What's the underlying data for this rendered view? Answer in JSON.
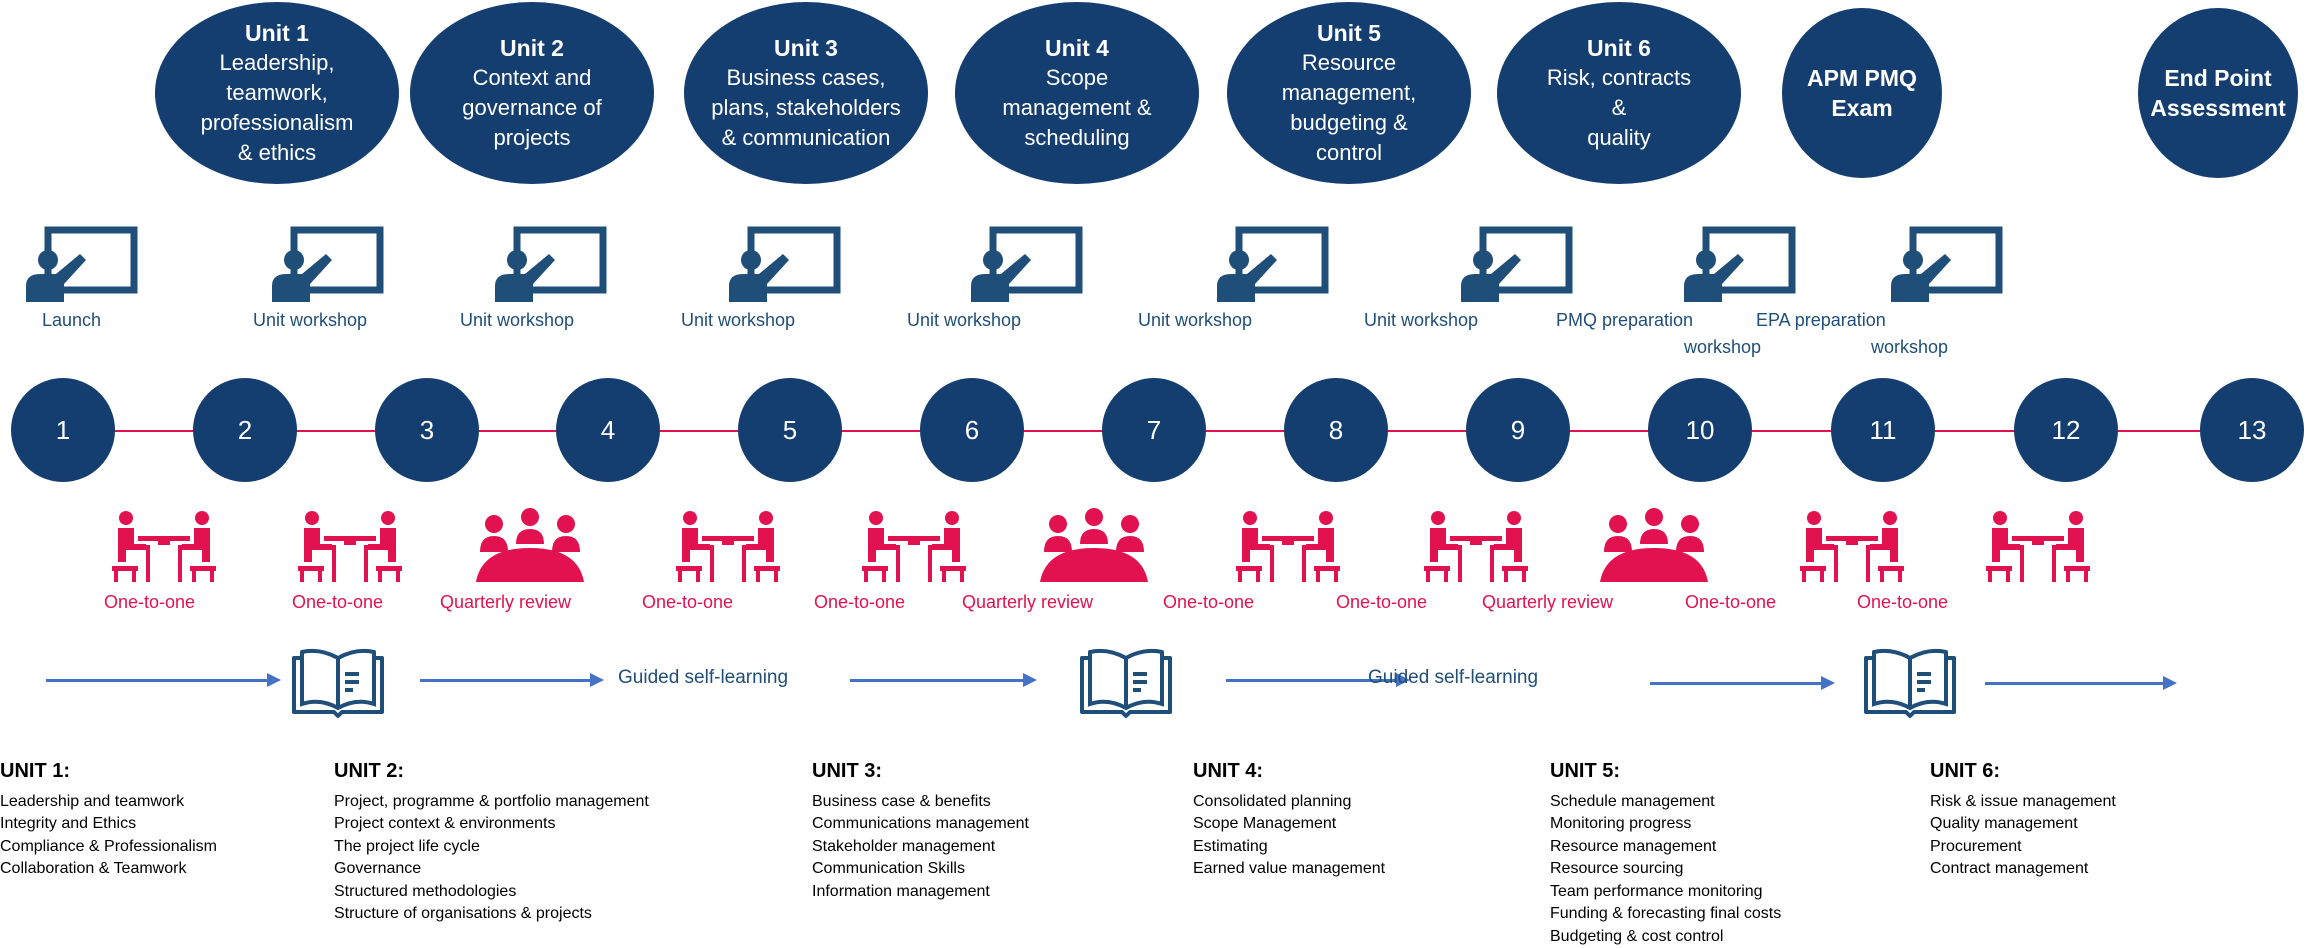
{
  "units": [
    {
      "title": "Unit 1",
      "lines": [
        "Leadership,",
        "teamwork,",
        "professionalism",
        "& ethics"
      ]
    },
    {
      "title": "Unit 2",
      "lines": [
        "Context and",
        "governance of",
        "projects"
      ]
    },
    {
      "title": "Unit 3",
      "lines": [
        "Business cases,",
        "plans, stakeholders",
        "& communication"
      ]
    },
    {
      "title": "Unit 4",
      "lines": [
        "Scope",
        "management &",
        "scheduling"
      ]
    },
    {
      "title": "Unit 5",
      "lines": [
        "Resource",
        "management,",
        "budgeting &",
        "control"
      ]
    },
    {
      "title": "Unit 6",
      "lines": [
        "Risk, contracts",
        "&",
        "quality"
      ]
    },
    {
      "title": "",
      "lines": [
        "APM PMQ",
        "Exam"
      ]
    },
    {
      "title": "",
      "lines": [
        "End Point",
        "Assessment"
      ]
    }
  ],
  "workshops": [
    {
      "icon": "presentation-icon",
      "label": "Launch"
    },
    {
      "icon": "presentation-icon",
      "label": "Unit workshop"
    },
    {
      "icon": "presentation-icon",
      "label": "Unit workshop"
    },
    {
      "icon": "presentation-icon",
      "label": "Unit workshop"
    },
    {
      "icon": "presentation-icon",
      "label": "Unit workshop"
    },
    {
      "icon": "presentation-icon",
      "label": "Unit workshop"
    },
    {
      "icon": "presentation-icon",
      "label": "Unit workshop"
    },
    {
      "icon": "presentation-icon",
      "label": "PMQ preparation",
      "label2": "workshop"
    },
    {
      "icon": "presentation-icon",
      "label": "EPA preparation",
      "label2": "workshop"
    }
  ],
  "steps": [
    "1",
    "2",
    "3",
    "4",
    "5",
    "6",
    "7",
    "8",
    "9",
    "10",
    "11",
    "12",
    "13"
  ],
  "reviews": [
    {
      "icon": "one-to-one-icon",
      "label": "One-to-one"
    },
    {
      "icon": "one-to-one-icon",
      "label": "One-to-one"
    },
    {
      "icon": "group-meeting-icon",
      "label": "Quarterly review"
    },
    {
      "icon": "one-to-one-icon",
      "label": "One-to-one"
    },
    {
      "icon": "one-to-one-icon",
      "label": "One-to-one"
    },
    {
      "icon": "group-meeting-icon",
      "label": "Quarterly review"
    },
    {
      "icon": "one-to-one-icon",
      "label": "One-to-one"
    },
    {
      "icon": "one-to-one-icon",
      "label": "One-to-one"
    },
    {
      "icon": "group-meeting-icon",
      "label": "Quarterly review"
    },
    {
      "icon": "one-to-one-icon",
      "label": "One-to-one"
    },
    {
      "icon": "one-to-one-icon",
      "label": "One-to-one"
    },
    {
      "icon": "one-to-one-icon",
      "label": ""
    }
  ],
  "self_learning": {
    "label_1": "Guided self-learning",
    "label_2": "Guided self-learning",
    "icon": "book-icon"
  },
  "unit_details": [
    {
      "title": "UNIT 1:",
      "items": [
        "Leadership and teamwork",
        "Integrity and Ethics",
        "Compliance & Professionalism",
        "Collaboration & Teamwork"
      ]
    },
    {
      "title": "UNIT 2:",
      "items": [
        "Project, programme & portfolio management",
        "Project context & environments",
        "The project life cycle",
        "Governance",
        "Structured methodologies",
        "Structure of organisations & projects"
      ]
    },
    {
      "title": "UNIT 3:",
      "items": [
        "Business case & benefits",
        "Communications management",
        "Stakeholder management",
        "Communication Skills",
        "Information management"
      ]
    },
    {
      "title": "UNIT 4:",
      "items": [
        "Consolidated planning",
        "Scope Management",
        "Estimating",
        "Earned value management"
      ]
    },
    {
      "title": "UNIT 5:",
      "items": [
        "Schedule management",
        "Monitoring progress",
        "Resource management",
        "Resource sourcing",
        "Team performance monitoring",
        "Funding & forecasting final costs",
        "Budgeting & cost control"
      ]
    },
    {
      "title": "UNIT 6:",
      "items": [
        "Risk & issue management",
        "Quality management",
        "Procurement",
        "Contract management"
      ]
    }
  ],
  "colors": {
    "navy": "#143e6f",
    "pink": "#e1124f",
    "arrow_blue": "#4472c4",
    "label_blue": "#1f4e79"
  }
}
